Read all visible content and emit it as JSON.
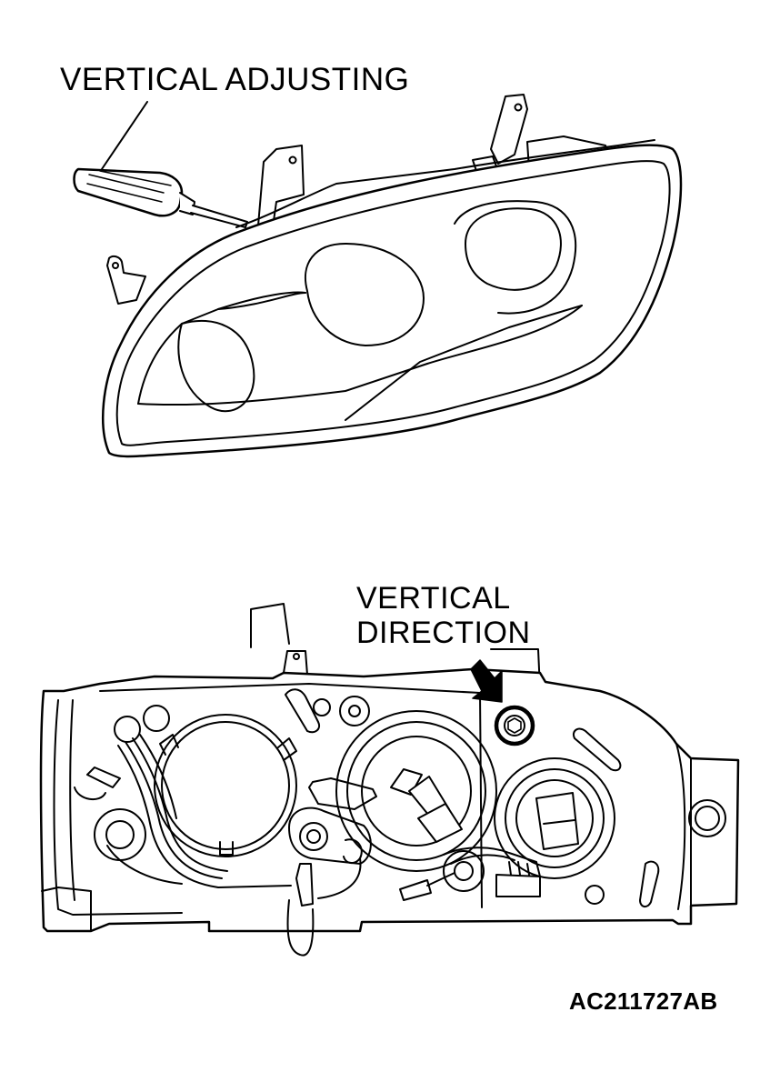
{
  "labels": {
    "vertical_adjusting": "VERTICAL ADJUSTING",
    "vertical_direction_line1": "VERTICAL",
    "vertical_direction_line2": "DIRECTION",
    "figure_code": "AC211727AB"
  },
  "colors": {
    "line": "#000000",
    "background": "#ffffff"
  }
}
